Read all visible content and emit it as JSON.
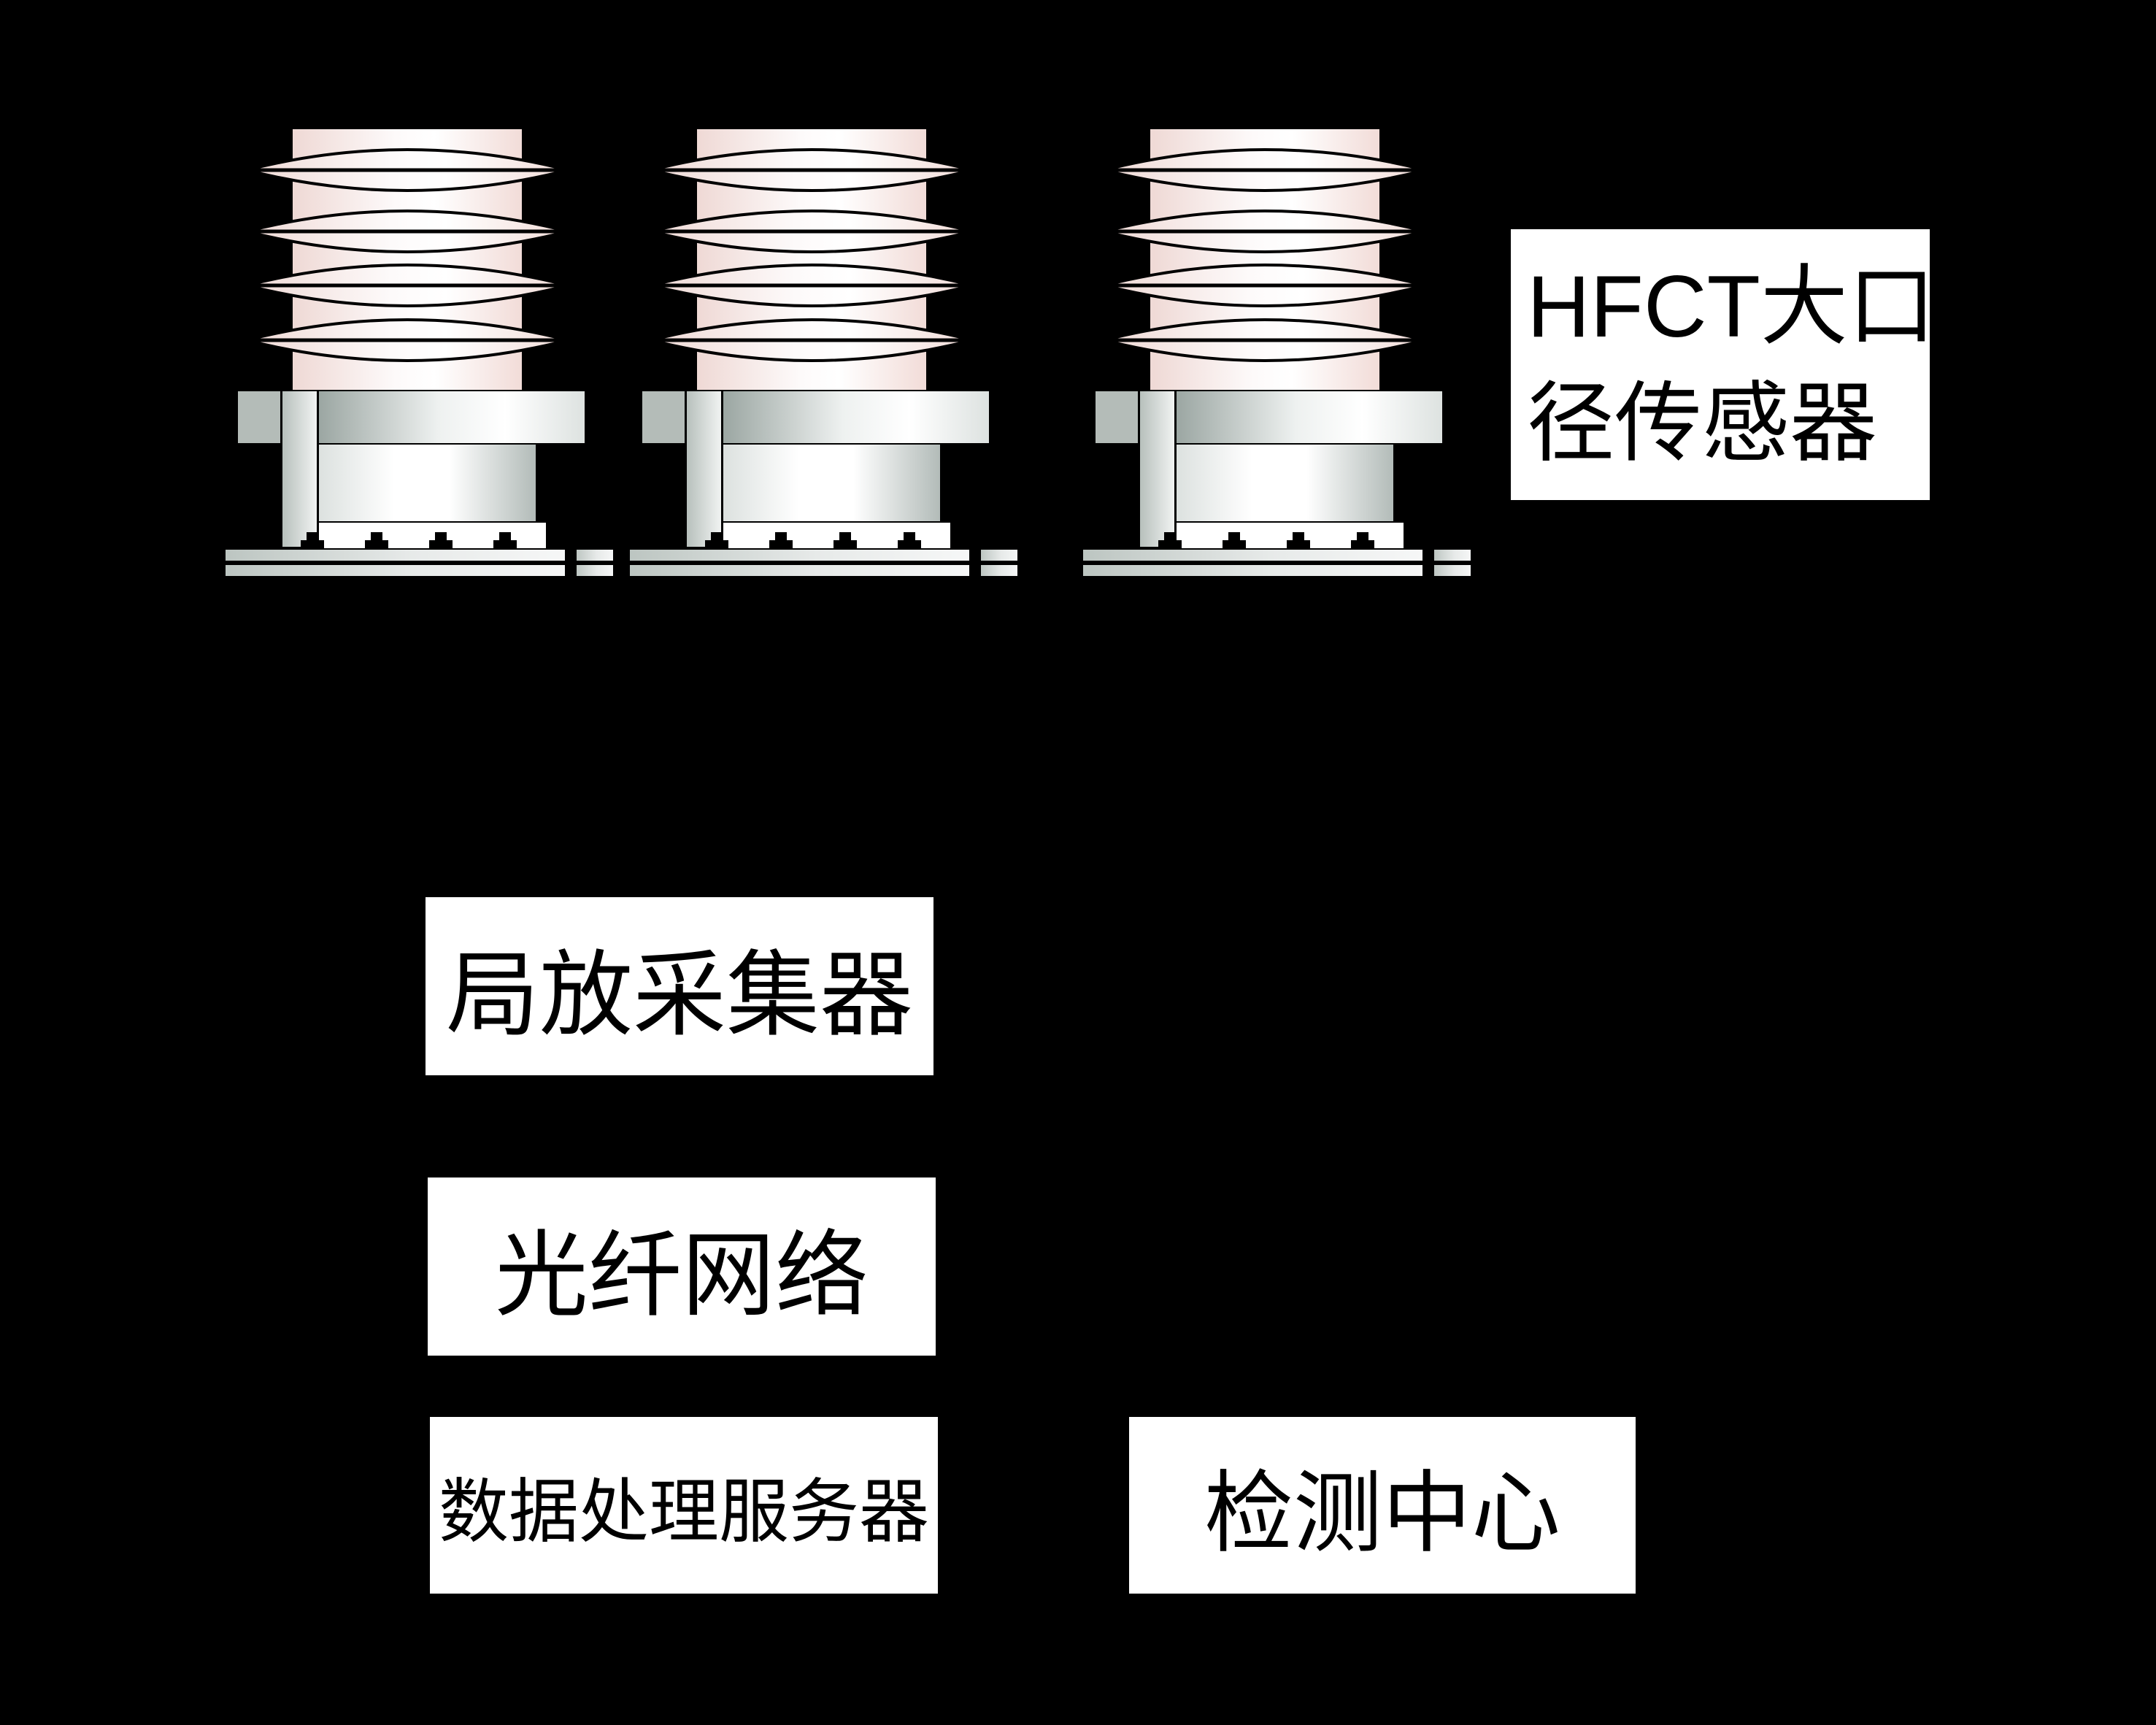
{
  "diagram": {
    "background_color": "#000000",
    "sensor_group": {
      "count": 3,
      "label": "HFCT大口径传感器",
      "label_lines": [
        "HFCT大口",
        "径传感器"
      ],
      "colors": {
        "porcelain_pink": "#f2dcd8",
        "porcelain_white": "#ffffff",
        "metal_gray": "#a9b3af",
        "outline_black": "#000000"
      }
    },
    "nodes": [
      {
        "id": "collector",
        "label": "局放采集器"
      },
      {
        "id": "fiber-network",
        "label": "光纤网络"
      },
      {
        "id": "data-server",
        "label": "数据处理服务器"
      },
      {
        "id": "monitoring-center",
        "label": "检测中心"
      }
    ],
    "node_style": {
      "background": "#ffffff",
      "text_color": "#000000"
    }
  }
}
